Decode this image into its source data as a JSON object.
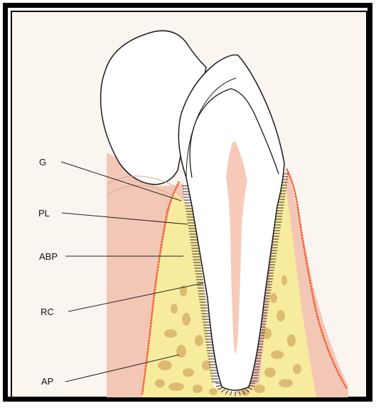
{
  "labels": {
    "g": "G",
    "pl": "PL",
    "abp": "ABP",
    "rc": "RC",
    "ap": "AP"
  },
  "colors": {
    "gum": "#f3c7b6",
    "gum_dark": "#ebaf9b",
    "epithelium": "#ef6a44",
    "bone": "#f7ec9e",
    "trabecular": "#d8b46a",
    "pulp": "#f6c4b2",
    "ligament": "#3b2a2a",
    "outline": "#1a1a1a",
    "background": "#fbf5f0"
  }
}
